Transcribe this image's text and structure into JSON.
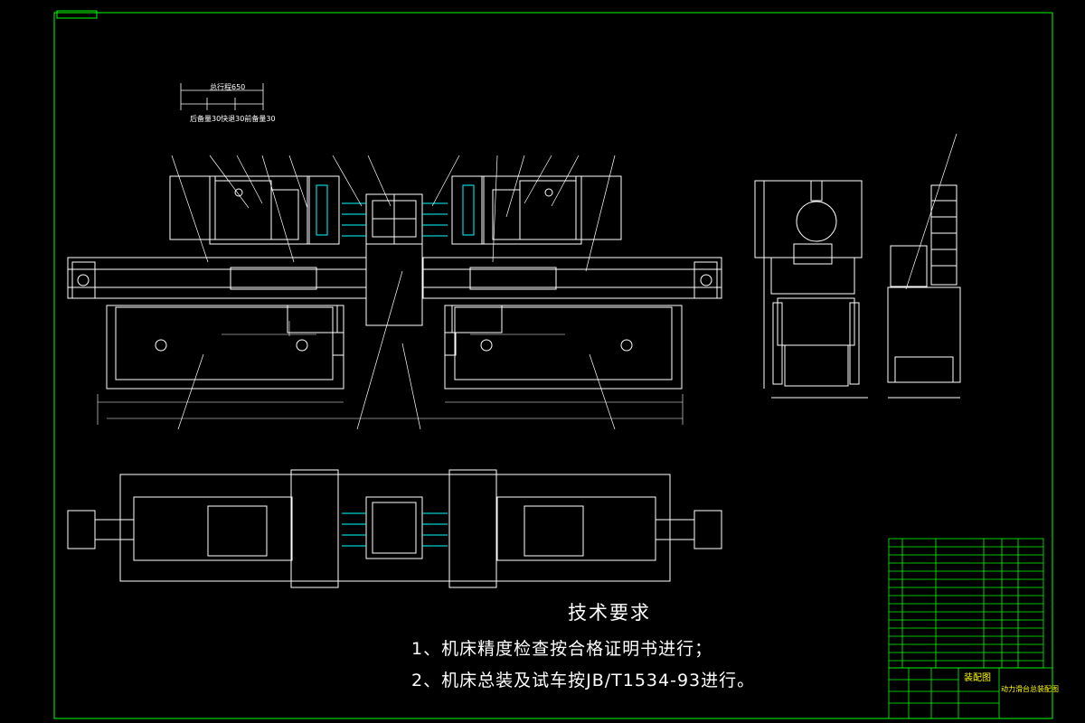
{
  "colors": {
    "background": "#000000",
    "frame": "#00ff00",
    "outline": "#ffffff",
    "dimension": "#00ffff",
    "title_text": "#ffff00",
    "row_number": "#ff0000"
  },
  "dimensions": {
    "total_stroke": "总行程650",
    "stroke_breakdown": "后备量30快退30前备量30"
  },
  "technical_requirements": {
    "heading": "技术要求",
    "item1": "1、机床精度检查按合格证明书进行；",
    "item2": "2、机床总装及试车按JB/T1534-93进行。"
  },
  "title_block": {
    "drawing_type": "装配图",
    "drawing_name": "动力滑台总装配图"
  }
}
